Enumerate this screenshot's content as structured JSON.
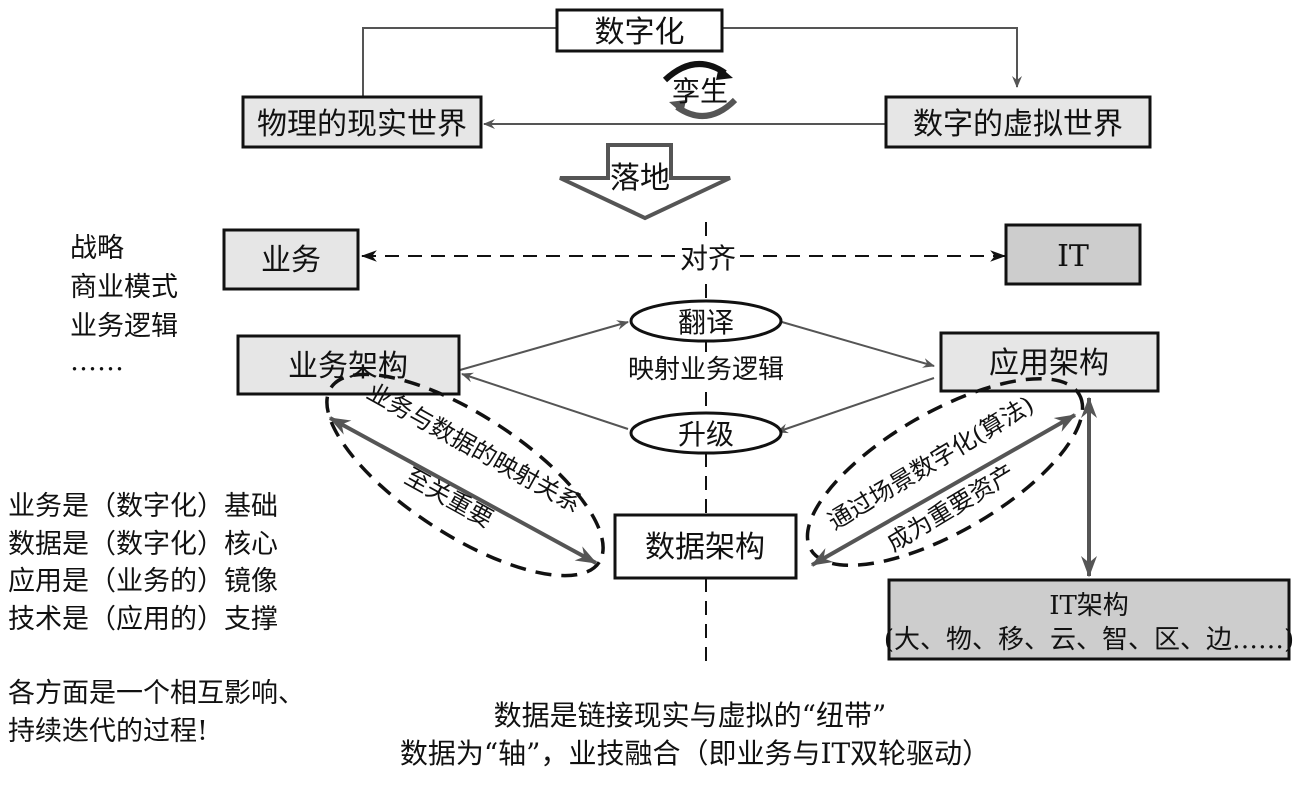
{
  "colors": {
    "box_light": "#e6e6e6",
    "box_dark": "#cdcdcd",
    "arrow_gray": "#555555",
    "text": "#111111"
  },
  "top": {
    "digitalization": "数字化",
    "twin": "孪生",
    "physical_world": "物理的现实世界",
    "digital_world": "数字的虚拟世界",
    "landing": "落地"
  },
  "alignment": {
    "business": "业务",
    "it": "IT",
    "align_label": "对齐"
  },
  "left_notes": {
    "business_aspects": [
      "战略",
      "商业模式",
      "业务逻辑",
      "……"
    ],
    "principles": [
      "业务是（数字化）基础",
      "数据是（数字化）核心",
      "应用是（业务的）镜像",
      "技术是（应用的）支撑"
    ],
    "conclusion": [
      "各方面是一个相互影响、",
      "持续迭代的过程!"
    ]
  },
  "architecture": {
    "business_arch": "业务架构",
    "application_arch": "应用架构",
    "data_arch": "数据架构",
    "it_arch_title": "IT架构",
    "it_arch_items": "(大、物、移、云、智、区、边……)",
    "translate": "翻译",
    "upgrade": "升级",
    "mapping_logic": "映射业务逻辑",
    "left_relation_line1": "业务与数据的映射关系",
    "left_relation_line2": "至关重要",
    "right_relation_line1": "通过场景数字化(算法)",
    "right_relation_line2": "成为重要资产"
  },
  "footer": {
    "line1": "数据是链接现实与虚拟的“纽带”",
    "line2": "数据为“轴”，业技融合（即业务与IT双轮驱动）"
  }
}
